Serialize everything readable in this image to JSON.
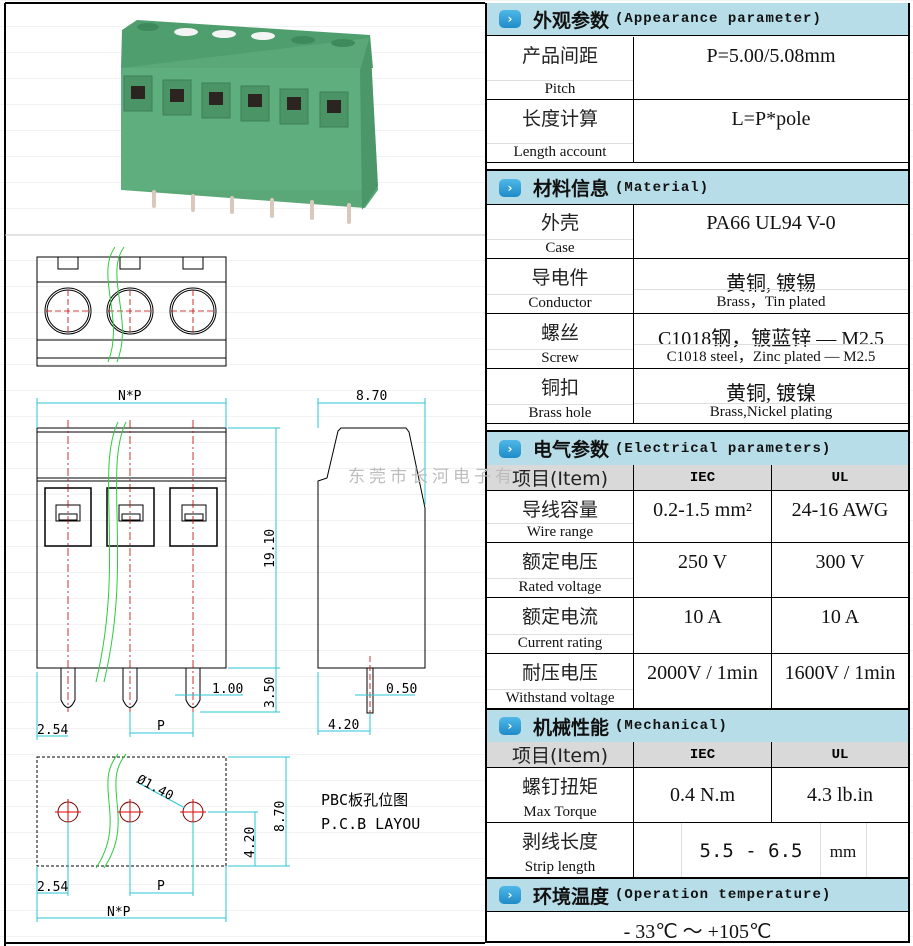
{
  "watermark": "东莞市长河电子有",
  "drawing": {
    "dims": {
      "np": "N*P",
      "w870": "8.70",
      "h1910": "19.10",
      "h350": "3.50",
      "d100": "1.00",
      "d050": "0.50",
      "p254": "2.54",
      "p": "P",
      "d420": "4.20",
      "hole": "Ø1.40",
      "pcb_h870": "8.70",
      "pcb_h420": "4.20",
      "pcb_254": "2.54",
      "pcb_p": "P",
      "pcb_np": "N*P"
    },
    "pcb_label_cn": "PBC板孔位图",
    "pcb_label_en": "P.C.B LAYOU"
  },
  "sections": {
    "appearance": {
      "cn": "外观参数",
      "en": "(Appearance parameter)"
    },
    "material": {
      "cn": "材料信息",
      "en": "(Material)"
    },
    "electrical": {
      "cn": "电气参数",
      "en": "(Electrical parameters)"
    },
    "mechanical": {
      "cn": "机械性能",
      "en": "(Mechanical)"
    },
    "temperature": {
      "cn": "环境温度",
      "en": "(Operation temperature)"
    }
  },
  "appearance": [
    {
      "cn": "产品间距",
      "en": "Pitch",
      "value": "P=5.00/5.08mm"
    },
    {
      "cn": "长度计算",
      "en": "Length account",
      "value": "L=P*pole"
    }
  ],
  "material": [
    {
      "cn": "外壳",
      "en": "Case",
      "value": "PA66 UL94 V-0",
      "sub": ""
    },
    {
      "cn": "导电件",
      "en": "Conductor",
      "value": "黄铜, 镀锡",
      "sub": "Brass，Tin plated"
    },
    {
      "cn": "螺丝",
      "en": "Screw",
      "value": "C1018钢，镀蓝锌 — M2.5",
      "sub": "C1018 steel，Zinc plated — M2.5"
    },
    {
      "cn": "铜扣",
      "en": "Brass hole",
      "value": "黄铜, 镀镍",
      "sub": "Brass,Nickel plating"
    }
  ],
  "electrical": {
    "header": {
      "item": "项目(Item)",
      "iec": "IEC",
      "ul": "UL"
    },
    "rows": [
      {
        "cn": "导线容量",
        "en": "Wire range",
        "iec": "0.2-1.5 mm²",
        "ul": "24-16  AWG"
      },
      {
        "cn": "额定电压",
        "en": "Rated voltage",
        "iec": "250 V",
        "ul": "300 V"
      },
      {
        "cn": "额定电流",
        "en": "Current rating",
        "iec": "10 A",
        "ul": "10  A"
      },
      {
        "cn": "耐压电压",
        "en": "Withstand voltage",
        "iec": "2000V / 1min",
        "ul": "1600V / 1min"
      }
    ]
  },
  "mechanical": {
    "header": {
      "item": "项目(Item)",
      "iec": "IEC",
      "ul": "UL"
    },
    "torque": {
      "cn": "螺钉扭矩",
      "en": "Max Torque",
      "iec": "0.4  N.m",
      "ul": "4.3 lb.in"
    },
    "strip": {
      "cn": "剥线长度",
      "en": "Strip length",
      "value": "5.5 - 6.5",
      "unit": "mm"
    }
  },
  "temperature": {
    "value": "- 33℃  ～  +105℃"
  },
  "colors": {
    "section_bg": "#b7dde8",
    "item_bg": "#d9d9d9",
    "body_green": "#5aa878",
    "dim_cyan": "#2bc6d6",
    "center_red": "#c00000"
  }
}
